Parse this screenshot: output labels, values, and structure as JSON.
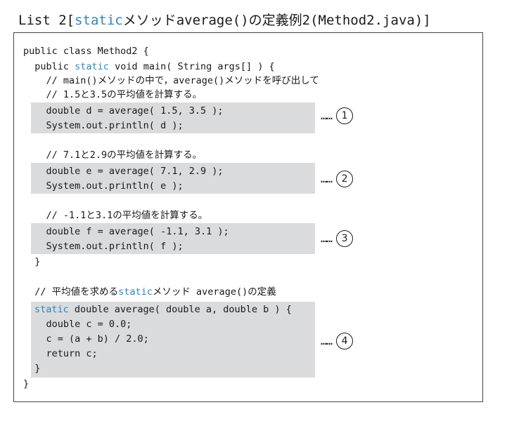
{
  "title": {
    "prefix": "List 2[",
    "keyword": "static",
    "suffix": "メソッドaverage()の定義例2(Method2.java)]"
  },
  "code": {
    "line1": "public class Method2 {",
    "line2_pre": "  public ",
    "line2_kw": "static",
    "line2_post": " void main( String args[] ) {",
    "comment1": "    // main()メソッドの中で，average()メソッドを呼び出して",
    "comment2": "    // 1.5と3.5の平均値を計算する。",
    "block1_a": "    double d = average( 1.5, 3.5 );",
    "block1_b": "    System.out.println( d );",
    "comment3": "    // 7.1と2.9の平均値を計算する。",
    "block2_a": "    double e = average( 7.1, 2.9 );",
    "block2_b": "    System.out.println( e );",
    "comment4": "    // -1.1と3.1の平均値を計算する。",
    "block3_a": "    double f = average( -1.1, 3.1 );",
    "block3_b": "    System.out.println( f );",
    "close_main": "  }",
    "comment5_pre": "  // 平均値を求める",
    "comment5_kw": "static",
    "comment5_post": "メソッド average()の定義",
    "def_kw": "static",
    "def_post": " double average( double a, double b ) {",
    "def_body1": "    double c = 0.0;",
    "def_body2": "    c = (a + b) / 2.0;",
    "def_body3": "    return c;",
    "def_close": "  }",
    "class_close": "}"
  },
  "markers": {
    "dots": "……",
    "m1": "1",
    "m2": "2",
    "m3": "3",
    "m4": "4"
  },
  "colors": {
    "keyword": "#2e86c1",
    "highlight": "#d9dbdd"
  }
}
